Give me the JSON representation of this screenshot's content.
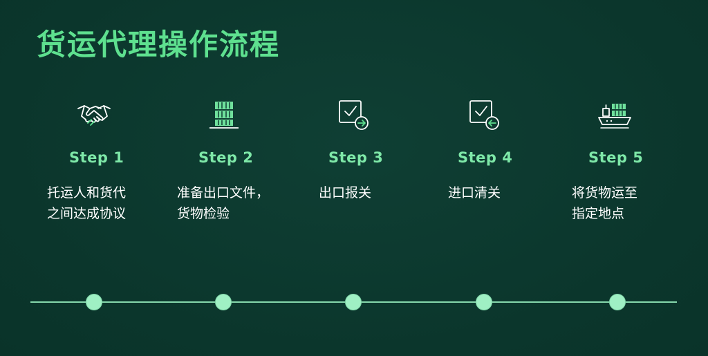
{
  "title": "货运代理操作流程",
  "colors": {
    "background": "#0d3a30",
    "title": "#5ee08f",
    "step_label": "#7ee8a8",
    "timeline": "#86d9ad",
    "dot": "#9ff0c4"
  },
  "steps": [
    {
      "label": "Step 1",
      "icon": "handshake-icon",
      "desc_lines": [
        "托运人和货代",
        "之间达成协议"
      ]
    },
    {
      "label": "Step 2",
      "icon": "cargo-container-icon",
      "desc_lines": [
        "准备出口文件，",
        "货物检验"
      ]
    },
    {
      "label": "Step 3",
      "icon": "checklist-export-icon",
      "desc_lines": [
        "出口报关"
      ]
    },
    {
      "label": "Step 4",
      "icon": "checklist-import-icon",
      "desc_lines": [
        "进口清关"
      ]
    },
    {
      "label": "Step 5",
      "icon": "cargo-ship-icon",
      "desc_lines": [
        "将货物运至",
        "指定地点"
      ]
    }
  ]
}
